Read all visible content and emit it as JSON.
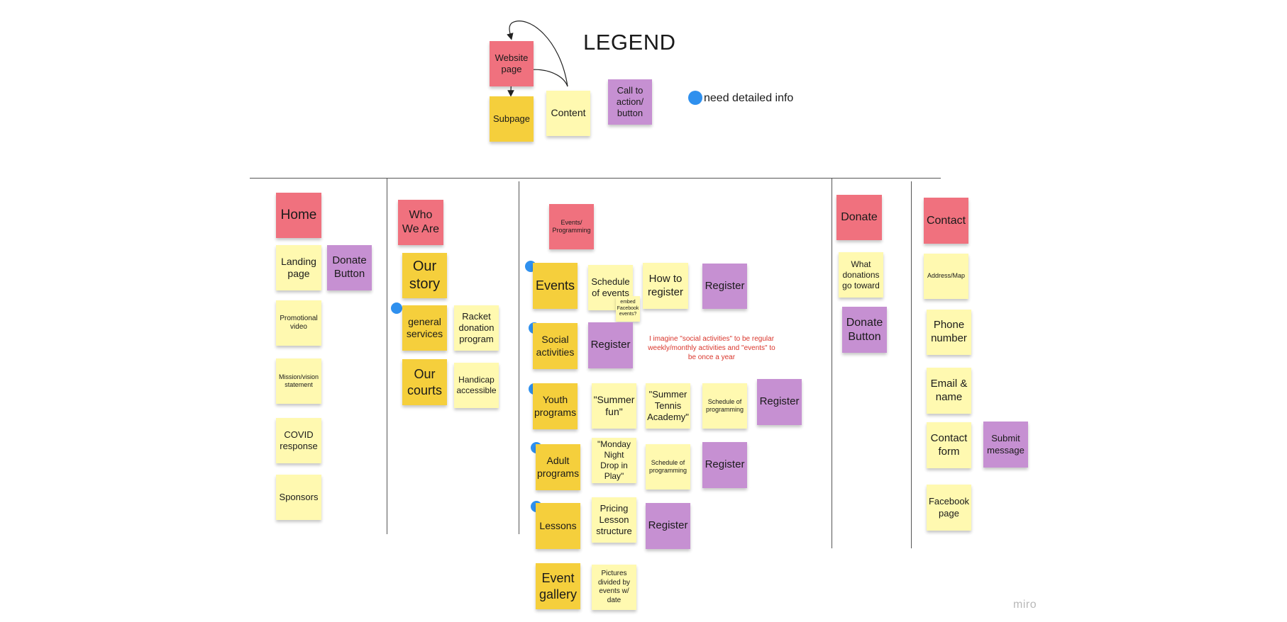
{
  "legend": {
    "title": "LEGEND",
    "website_page": "Website page",
    "subpage": "Subpage",
    "content": "Content",
    "cta": "Call to action/ button",
    "need_info": "need detailed info"
  },
  "home": {
    "title": "Home",
    "landing": "Landing page",
    "donate_button": "Donate Button",
    "promo_video": "Promotional video",
    "mission": "Mission/vision statement",
    "covid": "COVID response",
    "sponsors": "Sponsors"
  },
  "who": {
    "title": "Who We Are",
    "story": "Our story",
    "general": "general services",
    "racket": "Racket donation program",
    "courts": "Our courts",
    "handicap": "Handicap accessible"
  },
  "events": {
    "title": "Events/ Programming",
    "events": "Events",
    "schedule_events": "Schedule of events",
    "embed_fb": "embed Facebook events?",
    "how_register": "How to register",
    "register_1": "Register",
    "social": "Social activities",
    "register_2": "Register",
    "comment": "I imagine \"social activities\" to be regular weekly/monthly activities and \"events\" to be once a year",
    "youth": "Youth programs",
    "summer_fun": "\"Summer fun\"",
    "summer_tennis": "\"Summer Tennis Academy\"",
    "schedule_prog_1": "Schedule of programming",
    "register_3": "Register",
    "adult": "Adult programs",
    "monday": "\"Monday Night Drop in Play\"",
    "schedule_prog_2": "Schedule of programming",
    "register_4": "Register",
    "lessons": "Lessons",
    "pricing": "Pricing Lesson structure",
    "register_5": "Register",
    "gallery": "Event gallery",
    "pictures": "Pictures divided by events w/ date"
  },
  "donate": {
    "title": "Donate",
    "what": "What donations go toward",
    "button": "Donate Button"
  },
  "contact": {
    "title": "Contact",
    "address": "Address/Map",
    "phone": "Phone number",
    "email": "Email & name",
    "form": "Contact form",
    "submit": "Submit message",
    "facebook": "Facebook page"
  },
  "watermark": "miro",
  "colors": {
    "website_page": "#f0717e",
    "subpage": "#f5cf3c",
    "content": "#fff9b0",
    "cta": "#c690d2",
    "info_dot": "#2f90ee",
    "comment": "#d9352b"
  }
}
